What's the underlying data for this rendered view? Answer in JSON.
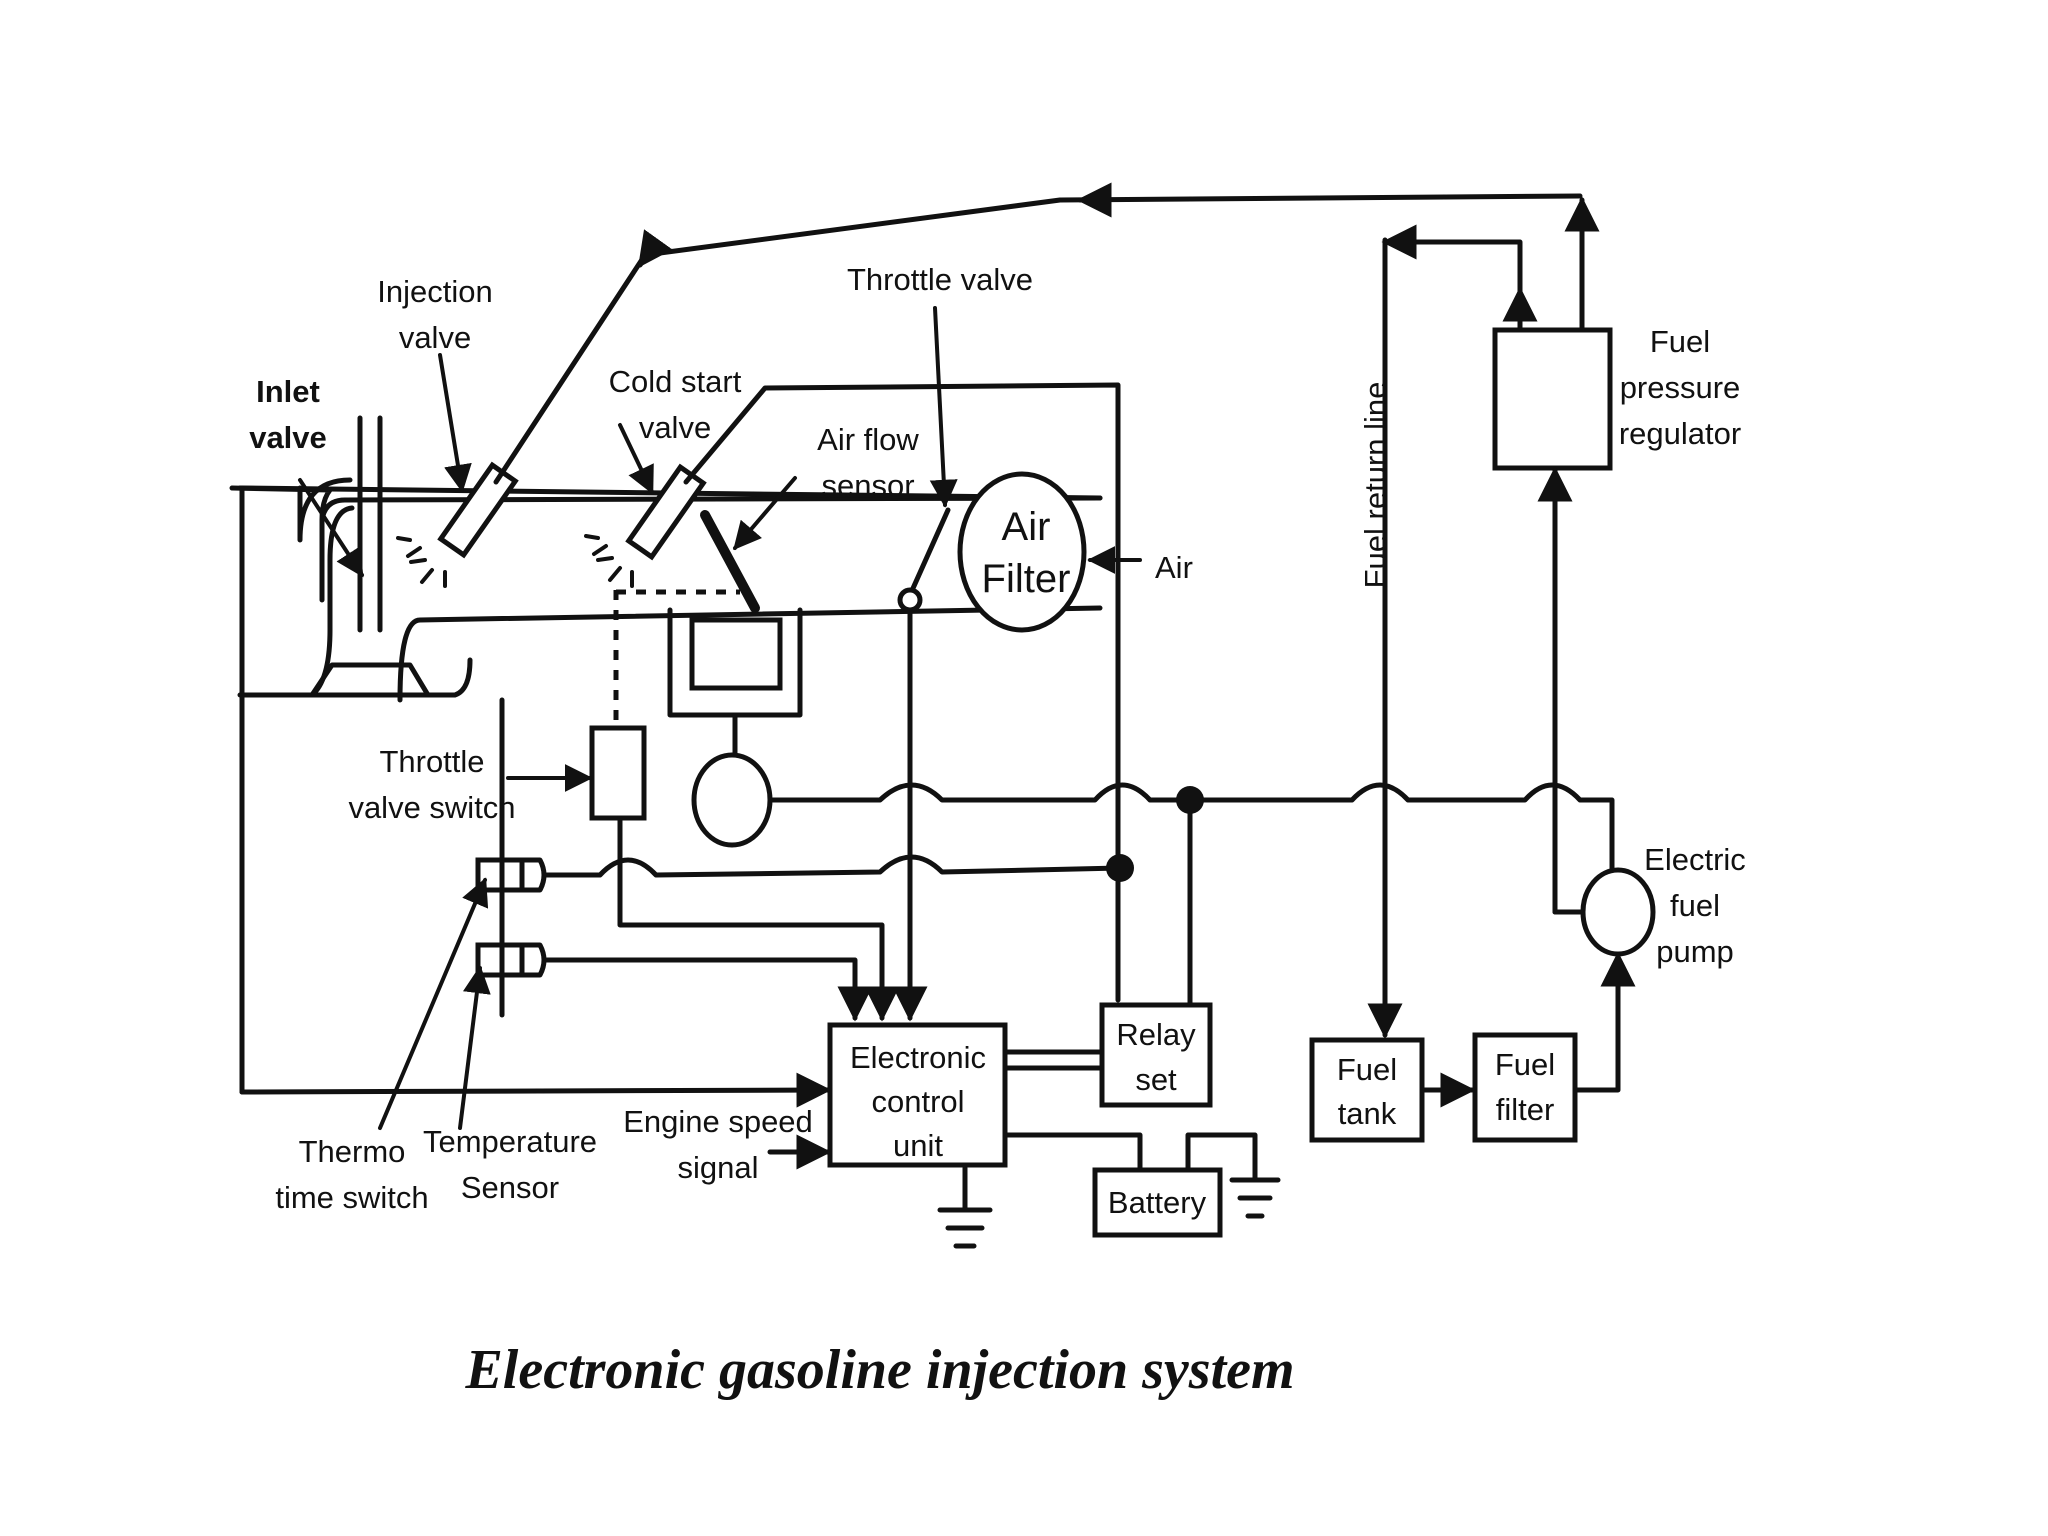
{
  "labels": {
    "injection_valve": [
      "Injection",
      "valve"
    ],
    "inlet_valve": [
      "Inlet",
      "valve"
    ],
    "cold_start_valve": [
      "Cold start",
      "valve"
    ],
    "throttle_valve": "Throttle valve",
    "air_flow_sensor": [
      "Air flow",
      "sensor"
    ],
    "air_filter": [
      "Air",
      "Filter"
    ],
    "air": "Air",
    "fuel_return_line": "Fuel return line",
    "fuel_pressure_regulator": [
      "Fuel",
      "pressure",
      "regulator"
    ],
    "throttle_valve_switch": [
      "Throttle",
      "valve switch"
    ],
    "electric_fuel_pump": [
      "Electric",
      "fuel",
      "pump"
    ],
    "ecu": [
      "Electronic",
      "control",
      "unit"
    ],
    "relay_set": [
      "Relay",
      "set"
    ],
    "fuel_tank": [
      "Fuel",
      "tank"
    ],
    "fuel_filter": [
      "Fuel",
      "filter"
    ],
    "battery": "Battery",
    "engine_speed_signal": [
      "Engine speed",
      "signal"
    ],
    "thermo_time_switch": [
      "Thermo",
      "time switch"
    ],
    "temperature_sensor": [
      "Temperature",
      "Sensor"
    ]
  },
  "caption": "Electronic gasoline injection system"
}
